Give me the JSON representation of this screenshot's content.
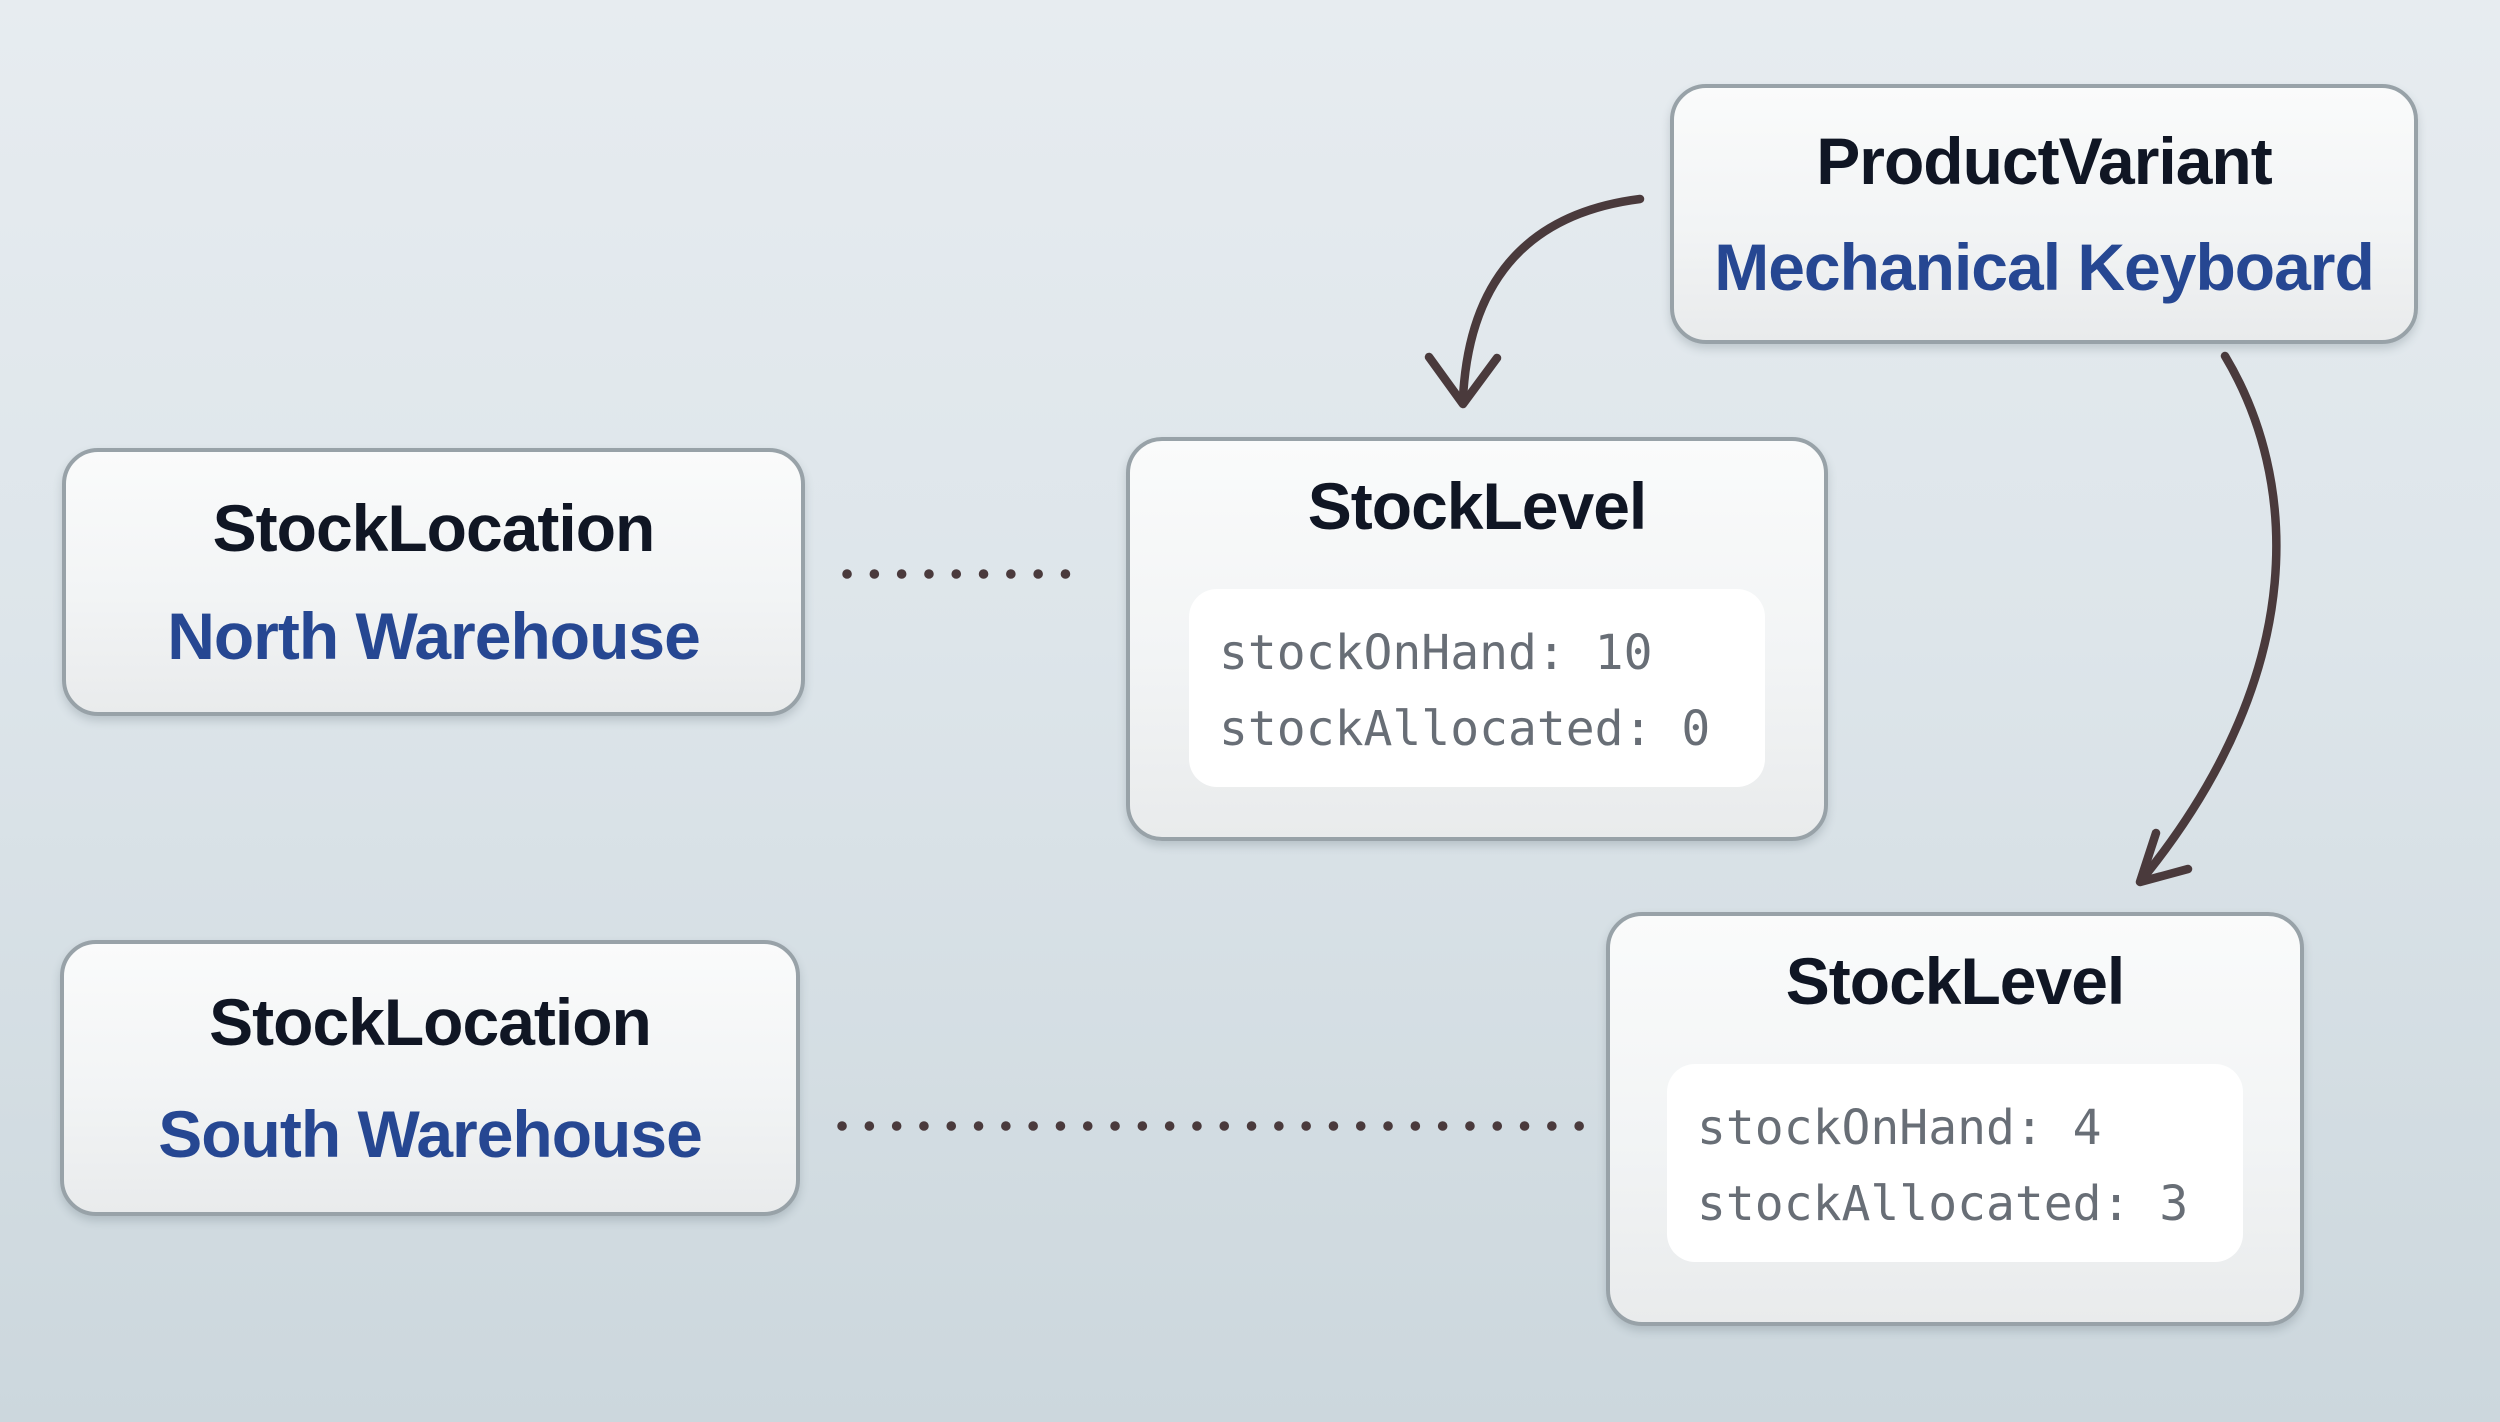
{
  "colors": {
    "background_top": "#e7ecf0",
    "background_bottom": "#ccd7dd",
    "box_border": "#98a2a8",
    "box_fill_top": "#fafbfb",
    "box_fill_bottom": "#e9ebec",
    "panel_fill": "#ffffff",
    "title_text": "#101624",
    "accent_text": "#264792",
    "mono_text": "#686e76",
    "connector": "#4a3a3c"
  },
  "nodes": {
    "product_variant": {
      "type_label": "ProductVariant",
      "instance_label": "Mechanical Keyboard"
    },
    "stock_location_north": {
      "type_label": "StockLocation",
      "instance_label": "North Warehouse"
    },
    "stock_location_south": {
      "type_label": "StockLocation",
      "instance_label": "South Warehouse"
    },
    "stock_level_north": {
      "type_label": "StockLevel",
      "fields": [
        "stockOnHand: 10",
        "stockAllocated: 0"
      ]
    },
    "stock_level_south": {
      "type_label": "StockLevel",
      "fields": [
        "stockOnHand: 4",
        "stockAllocated: 3"
      ]
    }
  }
}
